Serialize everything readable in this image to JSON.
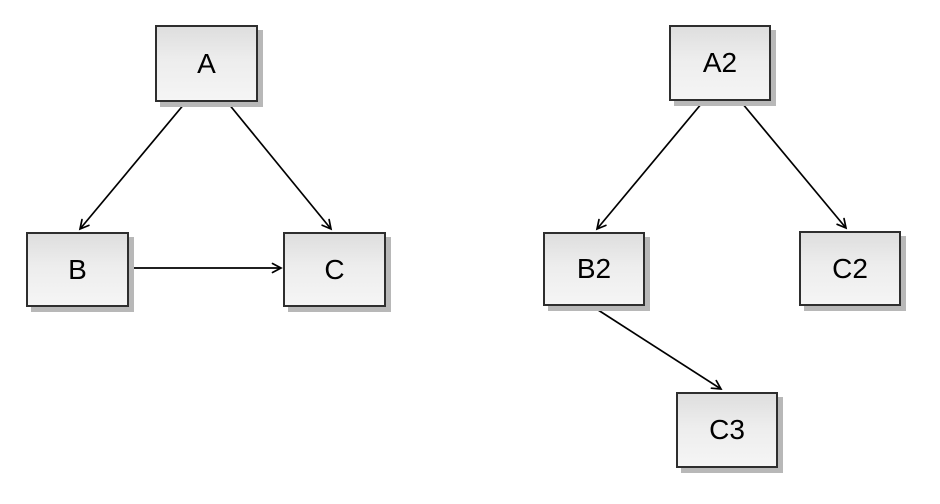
{
  "diagram": {
    "title": "",
    "background_color": "#ffffff",
    "node_border_color": "#2e2e2e",
    "node_fill_top": "#dedede",
    "node_fill_bottom": "#f5f5f5",
    "node_shadow_color": "#b8b8b8",
    "edge_color": "#000000",
    "arrow_style": "open-stick"
  },
  "graphs": [
    {
      "name": "left-graph",
      "nodes": [
        {
          "id": "A",
          "label": "A"
        },
        {
          "id": "B",
          "label": "B"
        },
        {
          "id": "C",
          "label": "C"
        }
      ],
      "edges": [
        {
          "from": "A",
          "to": "B"
        },
        {
          "from": "A",
          "to": "C"
        },
        {
          "from": "B",
          "to": "C"
        }
      ]
    },
    {
      "name": "right-graph",
      "nodes": [
        {
          "id": "A2",
          "label": "A2"
        },
        {
          "id": "B2",
          "label": "B2"
        },
        {
          "id": "C2",
          "label": "C2"
        },
        {
          "id": "C3",
          "label": "C3"
        }
      ],
      "edges": [
        {
          "from": "A2",
          "to": "B2"
        },
        {
          "from": "A2",
          "to": "C2"
        },
        {
          "from": "B2",
          "to": "C3"
        }
      ]
    }
  ]
}
